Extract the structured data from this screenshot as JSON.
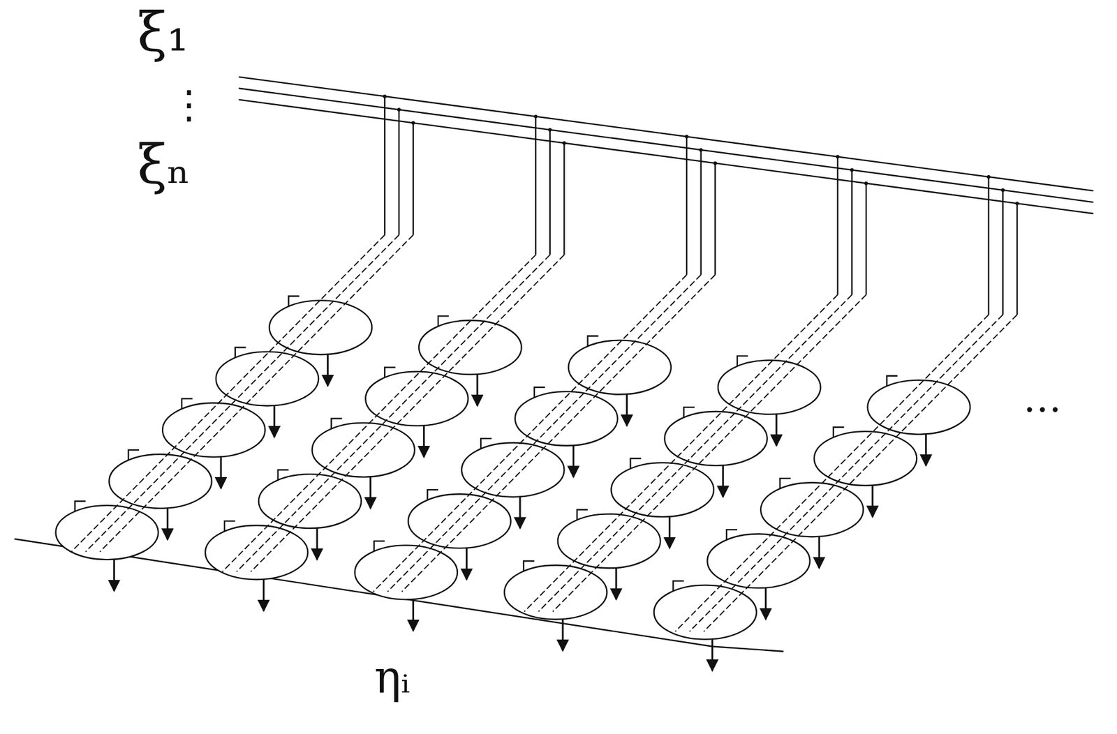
{
  "diagram": {
    "labels": [
      "ξ₁",
      "⋮",
      "ξₙ",
      "ηᵢ",
      "…"
    ]
  }
}
